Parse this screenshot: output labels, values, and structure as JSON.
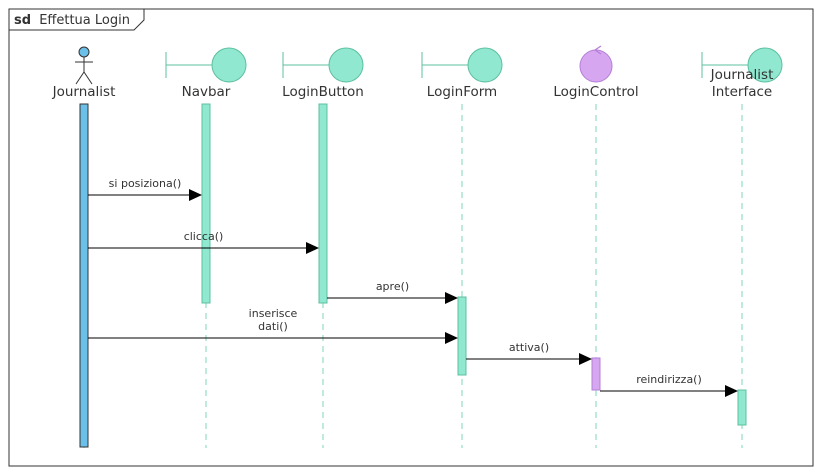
{
  "frame": {
    "keyword": "sd",
    "name": "Effettua Login"
  },
  "participants": [
    {
      "id": "journalist",
      "kind": "actor",
      "label": [
        "Journalist"
      ]
    },
    {
      "id": "navbar",
      "kind": "boundary",
      "label": [
        "Navbar"
      ]
    },
    {
      "id": "loginbutton",
      "kind": "boundary",
      "label": [
        "LoginButton"
      ]
    },
    {
      "id": "loginform",
      "kind": "boundary",
      "label": [
        "LoginForm"
      ]
    },
    {
      "id": "logincontrol",
      "kind": "control",
      "label": [
        "LoginControl"
      ]
    },
    {
      "id": "journalistinterface",
      "kind": "boundary",
      "label": [
        "Journalist",
        "Interface"
      ]
    }
  ],
  "messages": [
    {
      "from": "journalist",
      "to": "navbar",
      "label": [
        "si posiziona()"
      ]
    },
    {
      "from": "journalist",
      "to": "loginbutton",
      "label": [
        "clicca()"
      ]
    },
    {
      "from": "loginbutton",
      "to": "loginform",
      "label": [
        "apre()"
      ]
    },
    {
      "from": "journalist",
      "to": "loginform",
      "label": [
        "inserisce",
        "dati()"
      ]
    },
    {
      "from": "loginform",
      "to": "logincontrol",
      "label": [
        "attiva()"
      ]
    },
    {
      "from": "logincontrol",
      "to": "journalistinterface",
      "label": [
        "reindirizza()"
      ]
    }
  ],
  "colors": {
    "frame": "#333333",
    "lifeline": "#7fd6bd",
    "boundary_fill": "#8fe8cf",
    "boundary_stroke": "#5dbf9f",
    "actor_fill": "#6bc0ea",
    "actor_stroke": "#333333",
    "control_fill": "#d6a6f0",
    "control_stroke": "#b57fd6",
    "arrow": "#000000",
    "text": "#333333"
  }
}
